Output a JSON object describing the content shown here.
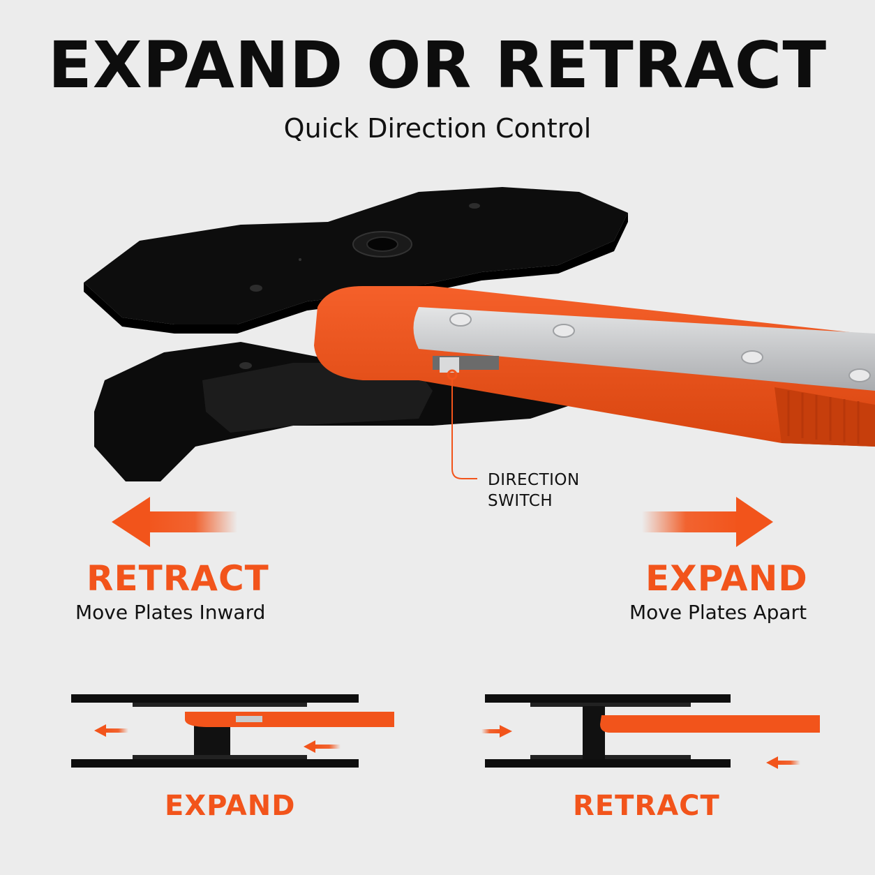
{
  "headline": "EXPAND OR RETRACT",
  "subheadline": "Quick Direction Control",
  "callout": {
    "line1": "DIRECTION",
    "line2": "SWITCH"
  },
  "left_mode": {
    "title": "RETRACT",
    "subtitle": "Move Plates Inward"
  },
  "right_mode": {
    "title": "EXPAND",
    "subtitle": "Move Plates Apart"
  },
  "diagram_left_label": "EXPAND",
  "diagram_right_label": "RETRACT",
  "colors": {
    "accent": "#f2541b",
    "plate": "#141414",
    "steel": "#c9cbcd",
    "background": "#ececec"
  },
  "icons": [
    "arrow-left-icon",
    "arrow-right-icon"
  ]
}
